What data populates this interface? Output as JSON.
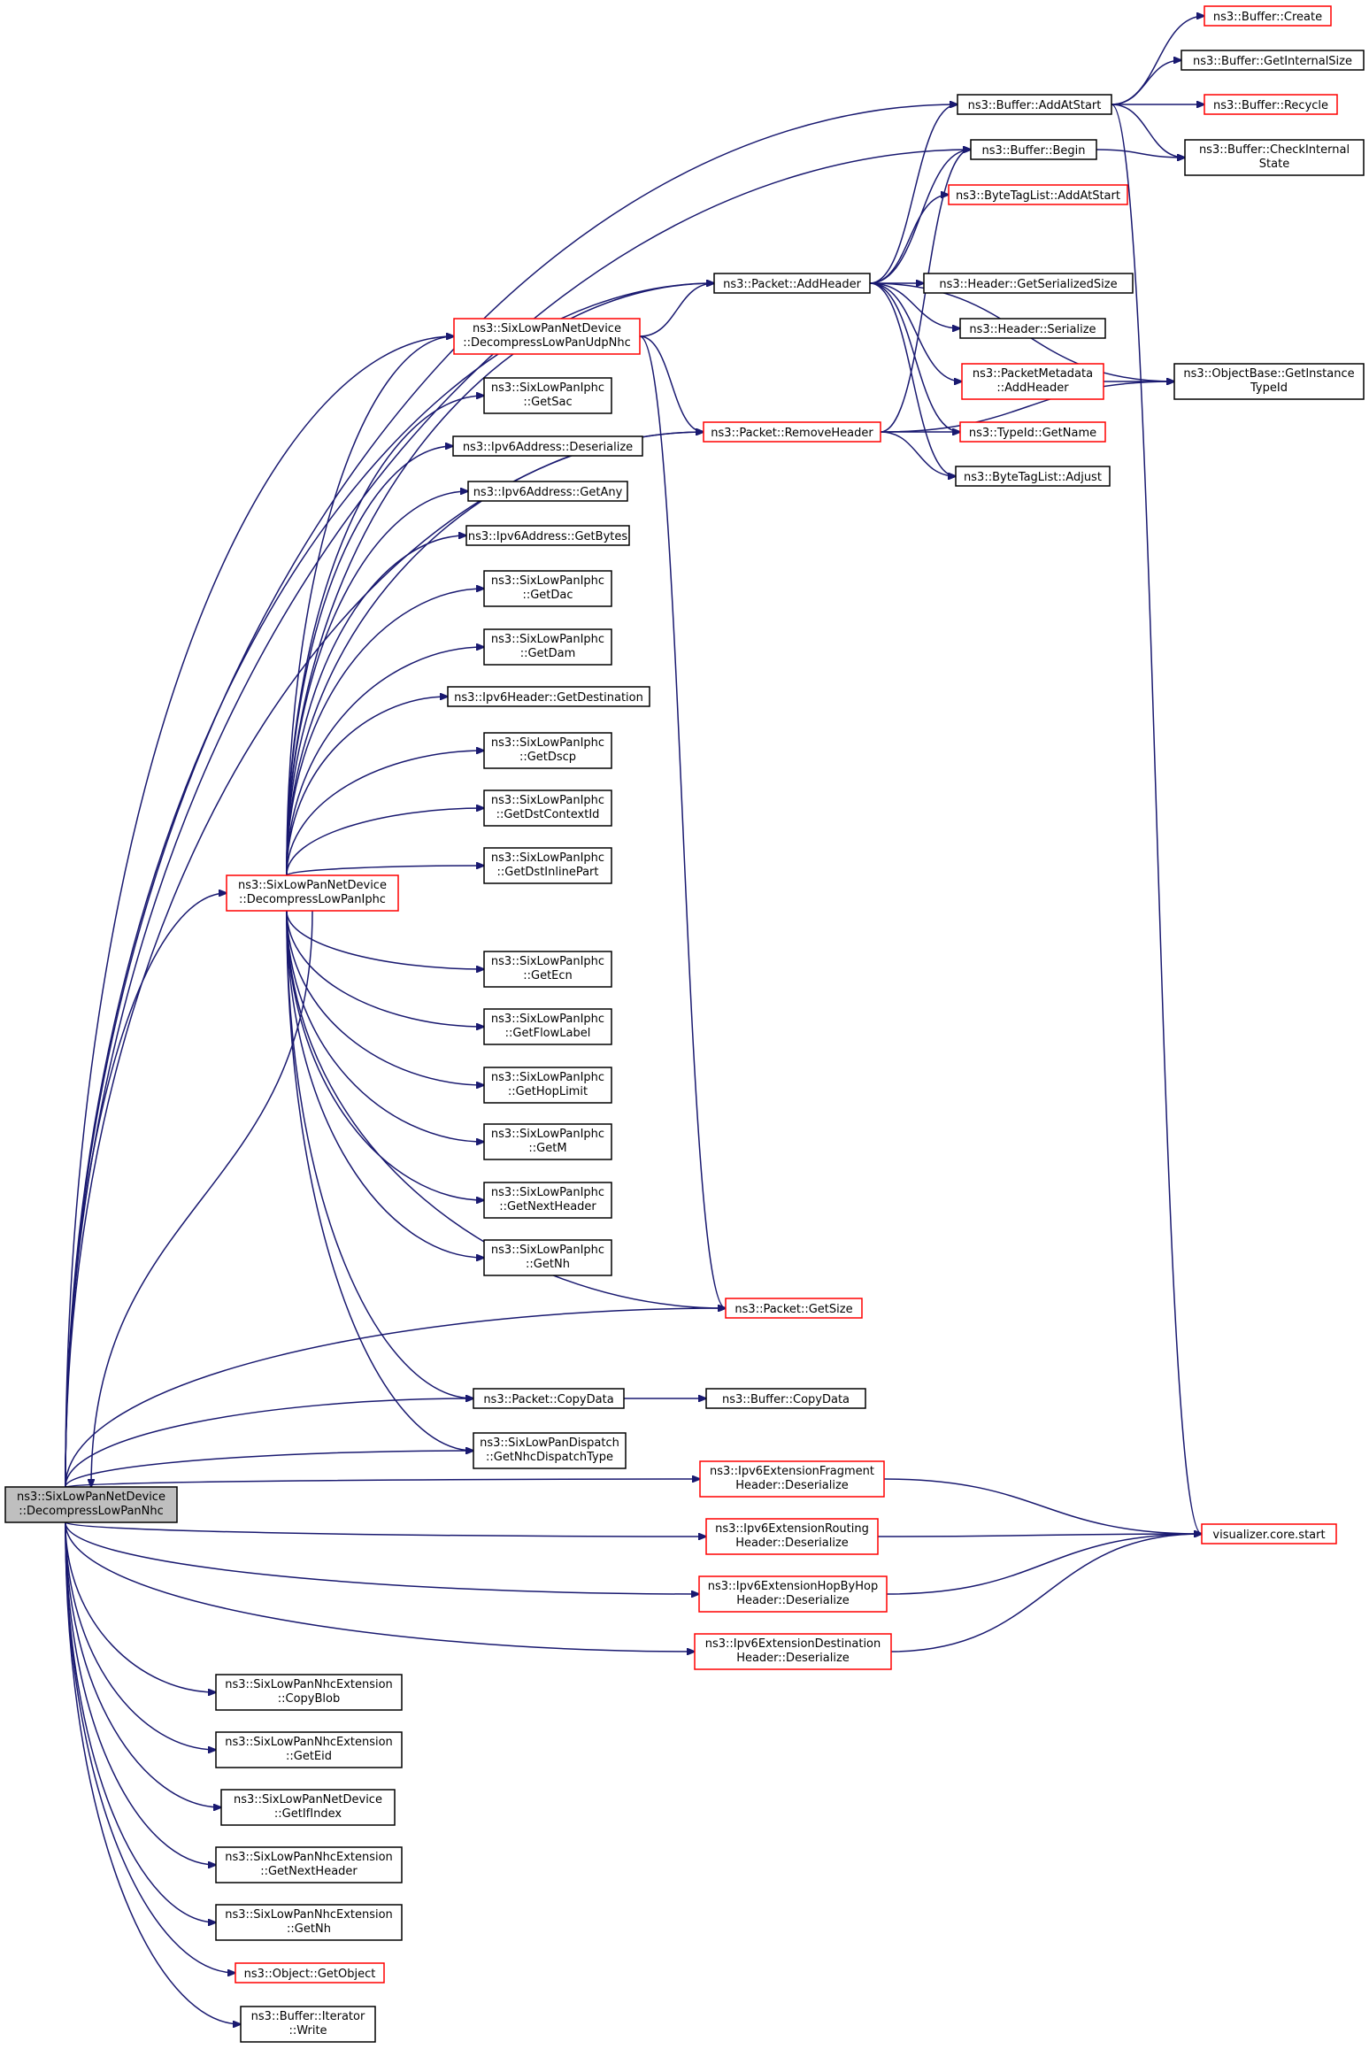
{
  "colors": {
    "edge": "#191970",
    "border_normal": "#000000",
    "border_incomplete": "#ff0000",
    "root_fill": "#bfbfbf",
    "node_fill": "#ffffff"
  },
  "nodes": {
    "root": {
      "lines": [
        "ns3::SixLowPanNetDevice",
        "::DecompressLowPanNhc"
      ],
      "style": "root"
    },
    "b_create": {
      "lines": [
        "ns3::Buffer::Create"
      ],
      "style": "red"
    },
    "b_getinternalsize": {
      "lines": [
        "ns3::Buffer::GetInternalSize"
      ],
      "style": "black"
    },
    "b_addatstart": {
      "lines": [
        "ns3::Buffer::AddAtStart"
      ],
      "style": "black"
    },
    "b_recycle": {
      "lines": [
        "ns3::Buffer::Recycle"
      ],
      "style": "red"
    },
    "b_begin": {
      "lines": [
        "ns3::Buffer::Begin"
      ],
      "style": "black"
    },
    "b_checkinternal": {
      "lines": [
        "ns3::Buffer::CheckInternal",
        "State"
      ],
      "style": "black"
    },
    "btl_addatstart": {
      "lines": [
        "ns3::ByteTagList::AddAtStart"
      ],
      "style": "red"
    },
    "p_addheader": {
      "lines": [
        "ns3::Packet::AddHeader"
      ],
      "style": "black"
    },
    "h_getserializedsize": {
      "lines": [
        "ns3::Header::GetSerializedSize"
      ],
      "style": "black"
    },
    "h_serialize": {
      "lines": [
        "ns3::Header::Serialize"
      ],
      "style": "black"
    },
    "pm_addheader": {
      "lines": [
        "ns3::PacketMetadata",
        "::AddHeader"
      ],
      "style": "red"
    },
    "ob_getinstancetypeid": {
      "lines": [
        "ns3::ObjectBase::GetInstance",
        "TypeId"
      ],
      "style": "black"
    },
    "tid_getname": {
      "lines": [
        "ns3::TypeId::GetName"
      ],
      "style": "red"
    },
    "btl_adjust": {
      "lines": [
        "ns3::ByteTagList::Adjust"
      ],
      "style": "black"
    },
    "p_removeheader": {
      "lines": [
        "ns3::Packet::RemoveHeader"
      ],
      "style": "red"
    },
    "slp_decompudpnhc": {
      "lines": [
        "ns3::SixLowPanNetDevice",
        "::DecompressLowPanUdpNhc"
      ],
      "style": "red"
    },
    "iphc_getsac": {
      "lines": [
        "ns3::SixLowPanIphc",
        "::GetSac"
      ],
      "style": "black"
    },
    "ip6a_deserialize": {
      "lines": [
        "ns3::Ipv6Address::Deserialize"
      ],
      "style": "black"
    },
    "ip6a_getany": {
      "lines": [
        "ns3::Ipv6Address::GetAny"
      ],
      "style": "black"
    },
    "ip6a_getbytes": {
      "lines": [
        "ns3::Ipv6Address::GetBytes"
      ],
      "style": "black"
    },
    "iphc_getdac": {
      "lines": [
        "ns3::SixLowPanIphc",
        "::GetDac"
      ],
      "style": "black"
    },
    "iphc_getdam": {
      "lines": [
        "ns3::SixLowPanIphc",
        "::GetDam"
      ],
      "style": "black"
    },
    "ip6h_getdestination": {
      "lines": [
        "ns3::Ipv6Header::GetDestination"
      ],
      "style": "black"
    },
    "iphc_getdscp": {
      "lines": [
        "ns3::SixLowPanIphc",
        "::GetDscp"
      ],
      "style": "black"
    },
    "iphc_getdstcontextid": {
      "lines": [
        "ns3::SixLowPanIphc",
        "::GetDstContextId"
      ],
      "style": "black"
    },
    "iphc_getdstinlinepart": {
      "lines": [
        "ns3::SixLowPanIphc",
        "::GetDstInlinePart"
      ],
      "style": "black"
    },
    "slp_decompiphc": {
      "lines": [
        "ns3::SixLowPanNetDevice",
        "::DecompressLowPanIphc"
      ],
      "style": "red"
    },
    "iphc_getecn": {
      "lines": [
        "ns3::SixLowPanIphc",
        "::GetEcn"
      ],
      "style": "black"
    },
    "iphc_getflowlabel": {
      "lines": [
        "ns3::SixLowPanIphc",
        "::GetFlowLabel"
      ],
      "style": "black"
    },
    "iphc_gethoplimit": {
      "lines": [
        "ns3::SixLowPanIphc",
        "::GetHopLimit"
      ],
      "style": "black"
    },
    "iphc_getm": {
      "lines": [
        "ns3::SixLowPanIphc",
        "::GetM"
      ],
      "style": "black"
    },
    "iphc_getnextheader": {
      "lines": [
        "ns3::SixLowPanIphc",
        "::GetNextHeader"
      ],
      "style": "black"
    },
    "iphc_getnh": {
      "lines": [
        "ns3::SixLowPanIphc",
        "::GetNh"
      ],
      "style": "black"
    },
    "p_getsize": {
      "lines": [
        "ns3::Packet::GetSize"
      ],
      "style": "red"
    },
    "p_copydata": {
      "lines": [
        "ns3::Packet::CopyData"
      ],
      "style": "black"
    },
    "b_copydata": {
      "lines": [
        "ns3::Buffer::CopyData"
      ],
      "style": "black"
    },
    "slpd_getnhcdispatchtype": {
      "lines": [
        "ns3::SixLowPanDispatch",
        "::GetNhcDispatchType"
      ],
      "style": "black"
    },
    "ext_fragment": {
      "lines": [
        "ns3::Ipv6ExtensionFragment",
        "Header::Deserialize"
      ],
      "style": "red"
    },
    "ext_routing": {
      "lines": [
        "ns3::Ipv6ExtensionRouting",
        "Header::Deserialize"
      ],
      "style": "red"
    },
    "ext_hopbyhop": {
      "lines": [
        "ns3::Ipv6ExtensionHopByHop",
        "Header::Deserialize"
      ],
      "style": "red"
    },
    "ext_destination": {
      "lines": [
        "ns3::Ipv6ExtensionDestination",
        "Header::Deserialize"
      ],
      "style": "red"
    },
    "viz_start": {
      "lines": [
        "visualizer.core.start"
      ],
      "style": "red"
    },
    "nhc_copyblob": {
      "lines": [
        "ns3::SixLowPanNhcExtension",
        "::CopyBlob"
      ],
      "style": "black"
    },
    "nhc_geteid": {
      "lines": [
        "ns3::SixLowPanNhcExtension",
        "::GetEid"
      ],
      "style": "black"
    },
    "slp_getifindex": {
      "lines": [
        "ns3::SixLowPanNetDevice",
        "::GetIfIndex"
      ],
      "style": "black"
    },
    "nhc_getnextheader": {
      "lines": [
        "ns3::SixLowPanNhcExtension",
        "::GetNextHeader"
      ],
      "style": "black"
    },
    "nhc_getnh": {
      "lines": [
        "ns3::SixLowPanNhcExtension",
        "::GetNh"
      ],
      "style": "black"
    },
    "obj_getobject": {
      "lines": [
        "ns3::Object::GetObject"
      ],
      "style": "red"
    },
    "bi_write": {
      "lines": [
        "ns3::Buffer::Iterator",
        "::Write"
      ],
      "style": "black"
    }
  },
  "edges": [
    [
      "root",
      "b_addatstart"
    ],
    [
      "root",
      "b_begin"
    ],
    [
      "root",
      "p_addheader"
    ],
    [
      "root",
      "p_removeheader"
    ],
    [
      "root",
      "slp_decompudpnhc"
    ],
    [
      "root",
      "slp_decompiphc"
    ],
    [
      "root",
      "p_getsize"
    ],
    [
      "root",
      "p_copydata"
    ],
    [
      "root",
      "slpd_getnhcdispatchtype"
    ],
    [
      "root",
      "ext_fragment"
    ],
    [
      "root",
      "ext_routing"
    ],
    [
      "root",
      "ext_hopbyhop"
    ],
    [
      "root",
      "ext_destination"
    ],
    [
      "root",
      "nhc_copyblob"
    ],
    [
      "root",
      "nhc_geteid"
    ],
    [
      "root",
      "slp_getifindex"
    ],
    [
      "root",
      "nhc_getnextheader"
    ],
    [
      "root",
      "nhc_getnh"
    ],
    [
      "root",
      "obj_getobject"
    ],
    [
      "root",
      "bi_write"
    ],
    [
      "b_addatstart",
      "b_create"
    ],
    [
      "b_addatstart",
      "b_getinternalsize"
    ],
    [
      "b_addatstart",
      "b_recycle"
    ],
    [
      "b_addatstart",
      "b_checkinternal"
    ],
    [
      "b_addatstart",
      "viz_start"
    ],
    [
      "b_begin",
      "b_checkinternal"
    ],
    [
      "p_addheader",
      "b_addatstart"
    ],
    [
      "p_addheader",
      "b_begin"
    ],
    [
      "p_addheader",
      "btl_addatstart"
    ],
    [
      "p_addheader",
      "h_getserializedsize"
    ],
    [
      "p_addheader",
      "h_serialize"
    ],
    [
      "p_addheader",
      "pm_addheader"
    ],
    [
      "p_addheader",
      "ob_getinstancetypeid"
    ],
    [
      "p_addheader",
      "tid_getname"
    ],
    [
      "p_addheader",
      "btl_adjust"
    ],
    [
      "pm_addheader",
      "ob_getinstancetypeid"
    ],
    [
      "p_removeheader",
      "b_begin"
    ],
    [
      "p_removeheader",
      "tid_getname"
    ],
    [
      "p_removeheader",
      "btl_adjust"
    ],
    [
      "p_removeheader",
      "ob_getinstancetypeid"
    ],
    [
      "slp_decompudpnhc",
      "p_addheader"
    ],
    [
      "slp_decompudpnhc",
      "p_removeheader"
    ],
    [
      "slp_decompudpnhc",
      "p_getsize"
    ],
    [
      "slp_decompiphc",
      "p_addheader"
    ],
    [
      "slp_decompiphc",
      "slp_decompudpnhc"
    ],
    [
      "slp_decompiphc",
      "iphc_getsac"
    ],
    [
      "slp_decompiphc",
      "ip6a_deserialize"
    ],
    [
      "slp_decompiphc",
      "ip6a_getany"
    ],
    [
      "slp_decompiphc",
      "ip6a_getbytes"
    ],
    [
      "slp_decompiphc",
      "iphc_getdac"
    ],
    [
      "slp_decompiphc",
      "iphc_getdam"
    ],
    [
      "slp_decompiphc",
      "ip6h_getdestination"
    ],
    [
      "slp_decompiphc",
      "iphc_getdscp"
    ],
    [
      "slp_decompiphc",
      "iphc_getdstcontextid"
    ],
    [
      "slp_decompiphc",
      "iphc_getdstinlinepart"
    ],
    [
      "slp_decompiphc",
      "p_removeheader"
    ],
    [
      "slp_decompiphc",
      "iphc_getecn"
    ],
    [
      "slp_decompiphc",
      "iphc_getflowlabel"
    ],
    [
      "slp_decompiphc",
      "iphc_gethoplimit"
    ],
    [
      "slp_decompiphc",
      "iphc_getm"
    ],
    [
      "slp_decompiphc",
      "iphc_getnextheader"
    ],
    [
      "slp_decompiphc",
      "iphc_getnh"
    ],
    [
      "slp_decompiphc",
      "p_getsize"
    ],
    [
      "slp_decompiphc",
      "p_copydata"
    ],
    [
      "slp_decompiphc",
      "slpd_getnhcdispatchtype"
    ],
    [
      "slp_decompiphc",
      "root"
    ],
    [
      "p_copydata",
      "b_copydata"
    ],
    [
      "ext_fragment",
      "viz_start"
    ],
    [
      "ext_routing",
      "viz_start"
    ],
    [
      "ext_hopbyhop",
      "viz_start"
    ],
    [
      "ext_destination",
      "viz_start"
    ]
  ]
}
